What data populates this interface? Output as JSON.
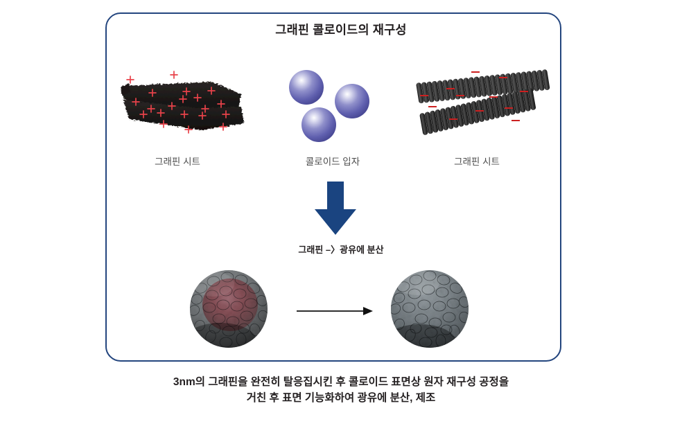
{
  "diagram": {
    "title": "그래핀 콜로이드의 재구성",
    "frame_border_color": "#23457e",
    "background_color": "#ffffff"
  },
  "stage_top": {
    "left_sheet": {
      "label": "그래핀 시트",
      "charge_symbol": "+",
      "charge_color": "#e8424a",
      "sheet_color": "#1c1a19",
      "style": "flat-flake"
    },
    "colloid_particles": {
      "label": "콜로이드 입자",
      "count": 3,
      "sphere_color": "#6a6ab4",
      "highlight_color": "#ffffff"
    },
    "right_sheet": {
      "label": "그래핀 시트",
      "charge_symbol": "−",
      "charge_color": "#cc2020",
      "sheet_color": "#3a3a3a",
      "style": "corrugated-3d"
    }
  },
  "process": {
    "arrow_direction": "down",
    "arrow_color": "#1a4480",
    "text": "그래핀 –〉광유에 분산"
  },
  "stage_bottom": {
    "particle_before": {
      "name": "graphene-coated-colloid-red-core",
      "core_color": "#8e2432",
      "shell_color": "#5d6468"
    },
    "transition_arrow": {
      "direction": "right",
      "color": "#111111"
    },
    "particle_after": {
      "name": "graphene-reconstructed-colloid",
      "core_color": "#4a5357",
      "shell_color": "#6d757a"
    }
  },
  "caption": {
    "line1": "3nm의 그래핀을 완전히 탈응집시킨 후 콜로이드 표면상 원자 재구성 공정을",
    "line2": "거친 후 표면 기능화하여 광유에 분산, 제조"
  }
}
